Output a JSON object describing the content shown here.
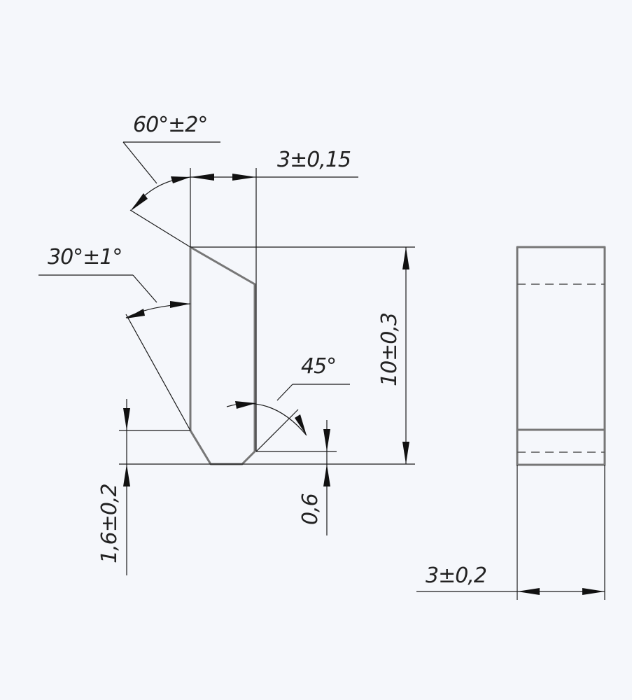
{
  "dimensions": {
    "angle_60": "60°±2°",
    "width_3": "3±0,15",
    "angle_30": "30°±1°",
    "angle_45": "45°",
    "height_10": "10±0,3",
    "height_1_6": "1,6±0,2",
    "depth_0_6": "0,6",
    "thickness_3": "3±0,2"
  }
}
